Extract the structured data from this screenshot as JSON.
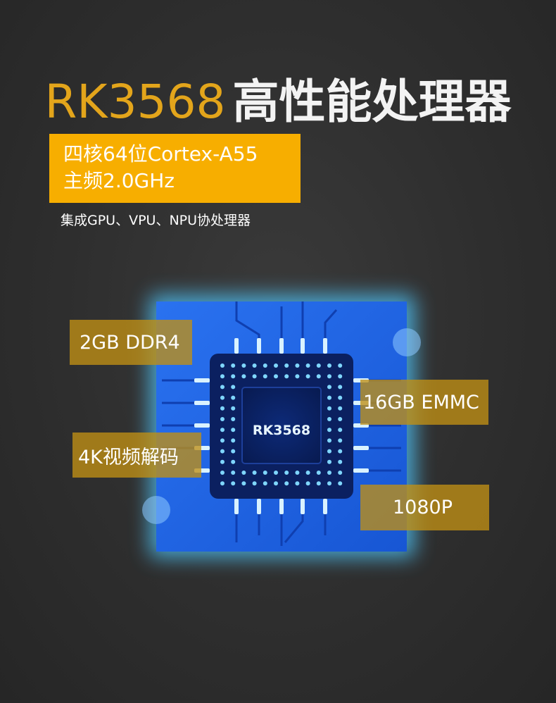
{
  "title": {
    "model": "RK3568",
    "suffix": "高性能处理器"
  },
  "spec_box": {
    "line1": "四核64位Cortex-A55",
    "line2": "主频2.0GHz"
  },
  "subtitle": "集成GPU、VPU、NPU协处理器",
  "chip": {
    "label": "RK3568"
  },
  "features": {
    "memory": "2GB DDR4",
    "storage": "16GB EMMC",
    "video": "4K视频解码",
    "display": "1080P"
  },
  "colors": {
    "accent": "#f7ae00",
    "title_model": "#e3a51b",
    "board": "#1f63e6",
    "chip": "#0a1a4a"
  }
}
